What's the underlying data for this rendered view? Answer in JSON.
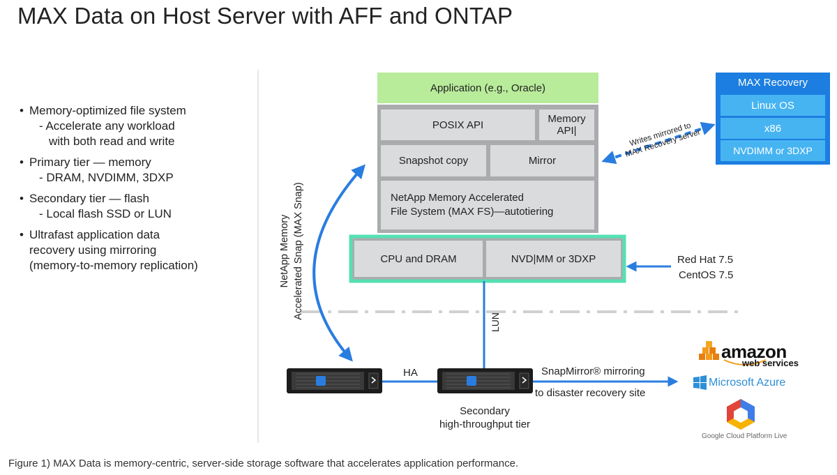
{
  "title": "MAX Data on Host Server with AFF and ONTAP",
  "bullets": [
    {
      "main": "Memory-optimized file system",
      "subs": [
        "- Accelerate any workload",
        "with both read and write"
      ]
    },
    {
      "main": "Primary tier — memory",
      "subs": [
        "- DRAM, NVDIMM, 3DXP"
      ]
    },
    {
      "main": "Secondary tier — flash",
      "subs": [
        "- Local flash SSD or LUN"
      ]
    },
    {
      "main": "Ultrafast application data",
      "cont": [
        "recovery using mirroring",
        "(memory-to-memory replication)"
      ]
    }
  ],
  "stack": {
    "application": "Application (e.g., Oracle)",
    "posix_api": "POSIX API",
    "memory_api_line1": "Memory",
    "memory_api_line2": "API|",
    "snapshot_copy": "Snapshot copy",
    "mirror": "Mirror",
    "maxfs_line1": "NetApp Memory Accelerated",
    "maxfs_line2": "File System (MAX FS)—autotiering",
    "cpu_dram": "CPU and DRAM",
    "nvdimm": "NVD|MM or 3DXP"
  },
  "recovery": {
    "header": "MAX Recovery",
    "items": [
      "Linux OS",
      "x86",
      "NVDIMM or 3DXP"
    ]
  },
  "labels": {
    "writes_line1": "Writes mirrored to",
    "writes_line2": "MAX Recovery server",
    "os_line1": "Red Hat 7.5",
    "os_line2": "CentOS 7.5",
    "snap_line1": "NetApp Memory",
    "snap_line2": "Accelerated Snap (MAX Snap)",
    "lun": "LUN",
    "ha": "HA",
    "snapmirror_line1": "SnapMirror® mirroring",
    "snapmirror_line2": "to disaster recovery site",
    "secondary_line1": "Secondary",
    "secondary_line2": "high-throughput tier"
  },
  "cloud": {
    "aws_line1": "amazon",
    "aws_line2": "web services",
    "azure": "Microsoft Azure",
    "gcp": "Google Cloud Platform Live"
  },
  "caption": "Figure 1) MAX Data is memory-centric, server-side storage software that accelerates application performance.",
  "colors": {
    "app_green": "#b8eb9a",
    "stack_gray": "#aaabad",
    "cell_gray": "#dadbdc",
    "hw_border": "#55e0b3",
    "recovery_blue": "#1c7ee0",
    "recovery_cell": "#47b4f2",
    "arrow_blue": "#2a7de0"
  }
}
